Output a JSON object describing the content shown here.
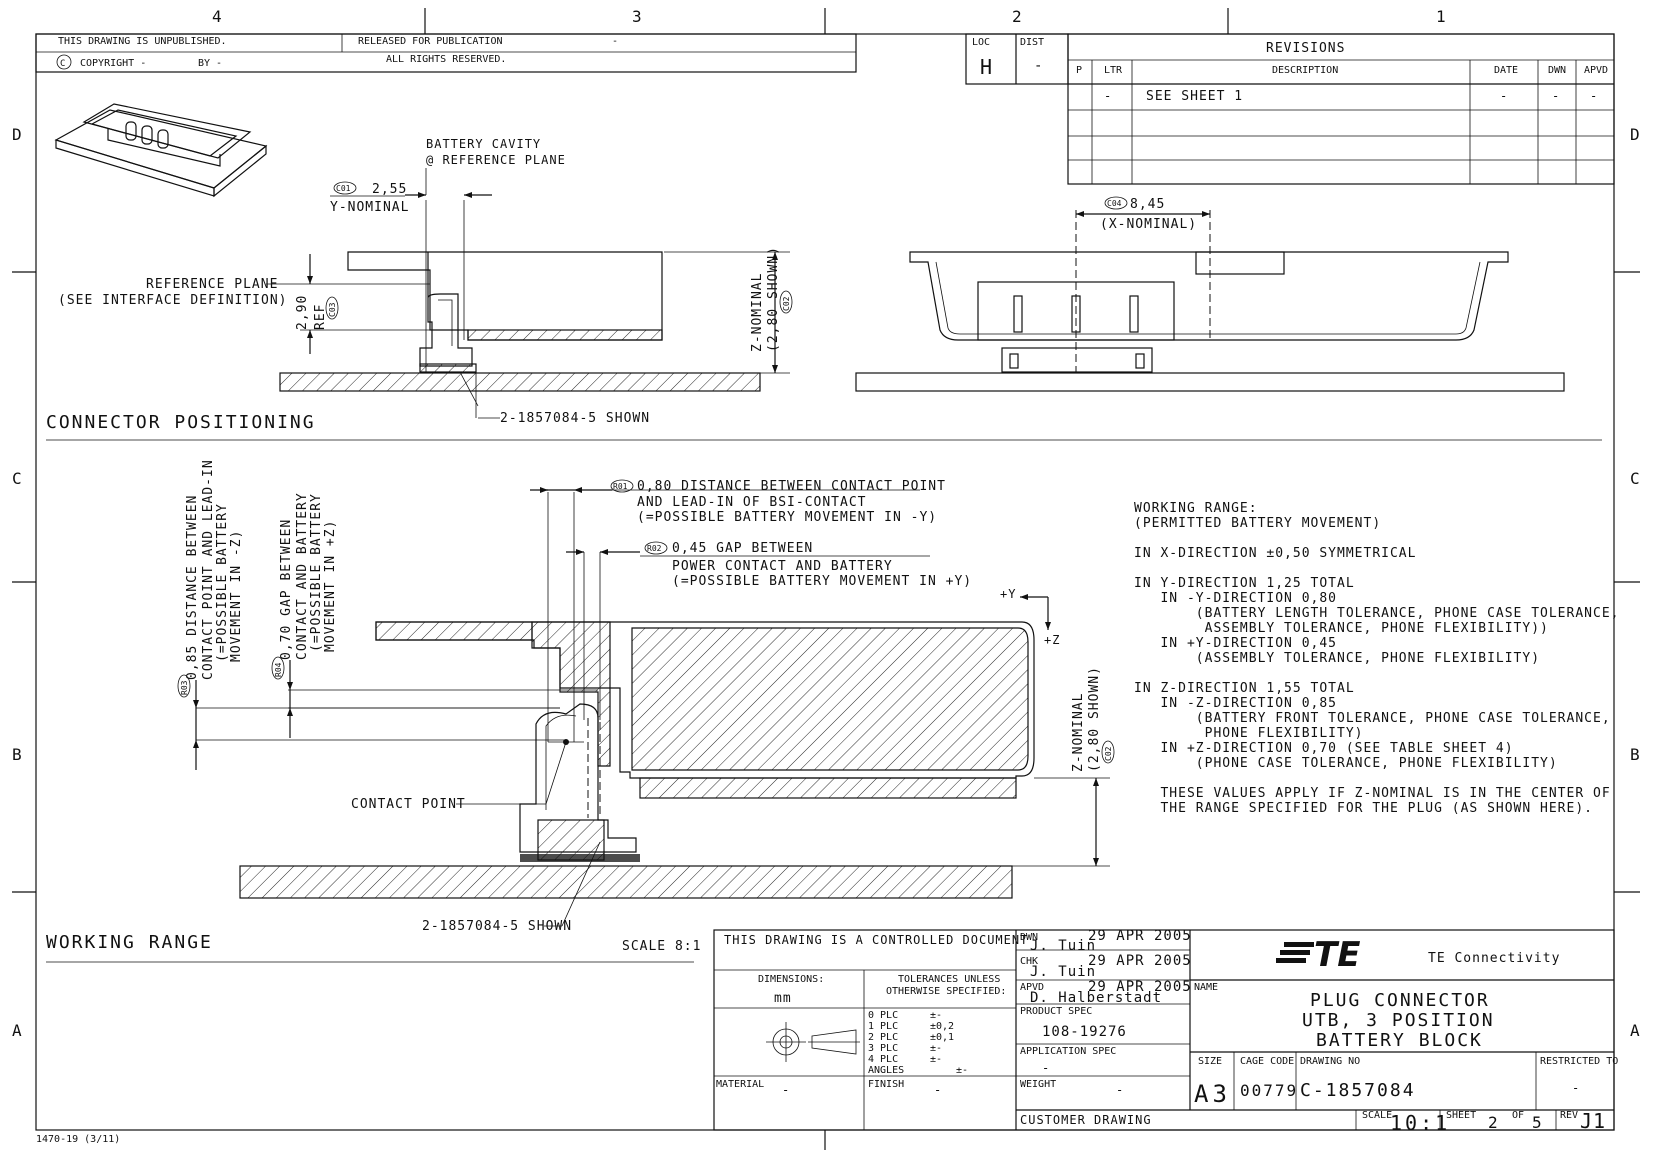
{
  "grid": {
    "columns": [
      "4",
      "3",
      "2",
      "1"
    ],
    "rows": [
      "D",
      "C",
      "B",
      "A"
    ]
  },
  "header": {
    "unpublished": "THIS DRAWING IS UNPUBLISHED.",
    "released": "RELEASED FOR PUBLICATION",
    "released_dash": "-",
    "copyright": "COPYRIGHT -",
    "by": "BY -",
    "rights": "ALL RIGHTS RESERVED.",
    "loc_label": "LOC",
    "loc_value": "H",
    "dist_label": "DIST",
    "dist_value": "-"
  },
  "revisions": {
    "title": "REVISIONS",
    "headers": [
      "P",
      "LTR",
      "DESCRIPTION",
      "DATE",
      "DWN",
      "APVD"
    ],
    "rows": [
      {
        "ltr": "-",
        "description": "SEE SHEET 1",
        "date": "-",
        "dwn": "-",
        "apvd": "-"
      }
    ]
  },
  "connector_positioning": {
    "section_title": "CONNECTOR POSITIONING",
    "battery_cavity": [
      "BATTERY CAVITY",
      "@ REFERENCE PLANE"
    ],
    "y_nominal_value": "2,55",
    "y_nominal_label": "Y-NOMINAL",
    "reference_plane": [
      "REFERENCE PLANE",
      "(SEE INTERFACE DEFINITION)"
    ],
    "ref_height": "2,90",
    "ref_label": "REF",
    "z_nominal_label": "Z-NOMINAL",
    "z_nominal_value": "(2,80 SHOWN)",
    "part_shown": "2-1857084-5 SHOWN",
    "x_nominal_value": "8,45",
    "x_nominal_label": "(X-NOMINAL)",
    "id_y": "C01",
    "id_ref": "C03",
    "id_z": "C02",
    "id_x": "C04"
  },
  "working_range": {
    "section_title": "WORKING RANGE",
    "scale": "SCALE 8:1",
    "note_080": [
      "0,80 DISTANCE BETWEEN CONTACT POINT",
      "AND LEAD-IN OF BSI-CONTACT",
      "(=POSSIBLE BATTERY MOVEMENT IN -Y)"
    ],
    "note_045": [
      "0,45 GAP BETWEEN",
      "POWER CONTACT AND BATTERY",
      "(=POSSIBLE BATTERY MOVEMENT IN +Y)"
    ],
    "note_085": [
      "0,85 DISTANCE BETWEEN",
      "CONTACT POINT AND LEAD-IN",
      "(=POSSIBLE BATTERY",
      "MOVEMENT IN -Z)"
    ],
    "note_070": [
      "0,70 GAP BETWEEN",
      "CONTACT AND BATTERY",
      "(=POSSIBLE BATTERY",
      "MOVEMENT IN +Z)"
    ],
    "axis_plus_y": "+Y",
    "axis_plus_z": "+Z",
    "contact_point": "CONTACT POINT",
    "z_nominal_label": "Z-NOMINAL",
    "z_nominal_value": "(2,80 SHOWN)",
    "part_shown": "2-1857084-5 SHOWN",
    "id_080": "R01",
    "id_045": "R02",
    "id_085": "R03",
    "id_070": "R04",
    "id_z": "C02",
    "range_notes": [
      "WORKING RANGE:",
      "(PERMITTED BATTERY MOVEMENT)",
      "",
      "IN X-DIRECTION ±0,50 SYMMETRICAL",
      "",
      "IN Y-DIRECTION 1,25 TOTAL",
      "   IN -Y-DIRECTION 0,80",
      "       (BATTERY LENGTH TOLERANCE, PHONE CASE TOLERANCE,",
      "        ASSEMBLY TOLERANCE, PHONE FLEXIBILITY))",
      "   IN +Y-DIRECTION 0,45",
      "       (ASSEMBLY TOLERANCE, PHONE FLEXIBILITY)",
      "",
      "IN Z-DIRECTION 1,55 TOTAL",
      "   IN -Z-DIRECTION 0,85",
      "       (BATTERY FRONT TOLERANCE, PHONE CASE TOLERANCE,",
      "        PHONE FLEXIBILITY)",
      "   IN +Z-DIRECTION 0,70 (SEE TABLE SHEET 4)",
      "       (PHONE CASE TOLERANCE, PHONE FLEXIBILITY)",
      "",
      "   THESE VALUES APPLY IF Z-NOMINAL IS IN THE CENTER OF",
      "   THE RANGE SPECIFIED FOR THE PLUG (AS SHOWN HERE)."
    ]
  },
  "title_block": {
    "controlled": "THIS DRAWING IS A CONTROLLED DOCUMENT",
    "dimensions_label": "DIMENSIONS:",
    "dimensions_unit": "mm",
    "tolerances_label": [
      "TOLERANCES UNLESS",
      "OTHERWISE SPECIFIED:"
    ],
    "tolerances": [
      {
        "plc": "0 PLC",
        "val": "±-"
      },
      {
        "plc": "1 PLC",
        "val": "±0,2"
      },
      {
        "plc": "2 PLC",
        "val": "±0,1"
      },
      {
        "plc": "3 PLC",
        "val": "±-"
      },
      {
        "plc": "4 PLC",
        "val": "±-"
      },
      {
        "plc": "ANGLES",
        "val": "±-"
      }
    ],
    "material_label": "MATERIAL",
    "material_value": "-",
    "finish_label": "FINISH",
    "finish_value": "-",
    "dwn_label": "DWN",
    "dwn_name": "J. Tuin",
    "dwn_date": "29 APR 2005",
    "chk_label": "CHK",
    "chk_name": "J. Tuin",
    "chk_date": "29 APR 2005",
    "apvd_label": "APVD",
    "apvd_name": "D. Halberstadt",
    "apvd_date": "29 APR 2005",
    "product_spec_label": "PRODUCT SPEC",
    "product_spec_value": "108-19276",
    "application_spec_label": "APPLICATION SPEC",
    "application_spec_value": "-",
    "weight_label": "WEIGHT",
    "weight_value": "-",
    "customer_drawing": "CUSTOMER DRAWING",
    "logo_text": "TE",
    "company": "TE Connectivity",
    "name_label": "NAME",
    "name_lines": [
      "PLUG CONNECTOR",
      "UTB, 3 POSITION",
      "BATTERY BLOCK"
    ],
    "size_label": "SIZE",
    "size_value": "A3",
    "cage_label": "CAGE CODE",
    "cage_value": "00779",
    "drawing_no_label": "DRAWING NO",
    "drawing_no_value": "C-1857084",
    "restricted_label": "RESTRICTED TO",
    "restricted_value": "-",
    "scale_label": "SCALE",
    "scale_value": "10:1",
    "sheet_label": "SHEET",
    "sheet_value": "2",
    "of_label": "OF",
    "of_value": "5",
    "rev_label": "REV",
    "rev_value": "J1",
    "form_no": "1470-19 (3/11)"
  }
}
